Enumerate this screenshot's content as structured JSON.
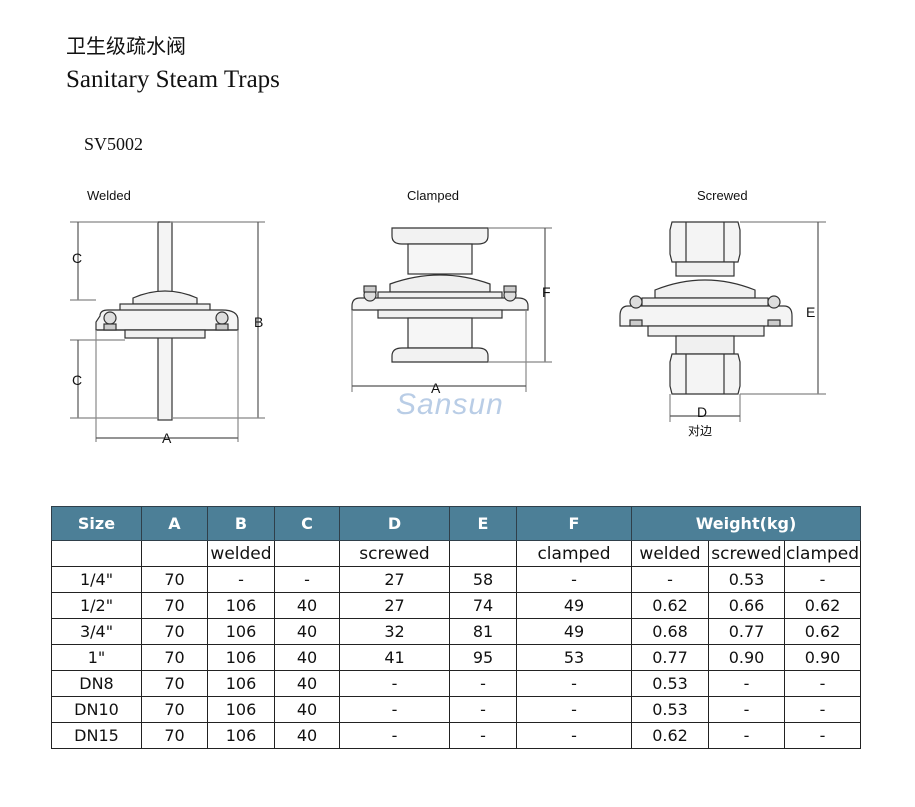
{
  "title_cn": "卫生级疏水阀",
  "title_en": "Sanitary Steam Traps",
  "model": "SV5002",
  "diagram": {
    "welded_caption": "Welded",
    "clamped_caption": "Clamped",
    "screwed_caption": "Screwed",
    "labels": {
      "C": "C",
      "B": "B",
      "A": "A",
      "F": "F",
      "E": "E",
      "D": "D",
      "D_note": "对边"
    },
    "watermark": "Sansun"
  },
  "table": {
    "headers": [
      "Size",
      "A",
      "B",
      "C",
      "D",
      "E",
      "F",
      "Weight(kg)"
    ],
    "subheaders": [
      "",
      "",
      "welded",
      "",
      "screwed",
      "",
      "clamped",
      "welded",
      "screwed",
      "clamped"
    ],
    "rows": [
      [
        "1/4\"",
        "70",
        "-",
        "-",
        "27",
        "58",
        "-",
        "-",
        "0.53",
        "-"
      ],
      [
        "1/2\"",
        "70",
        "106",
        "40",
        "27",
        "74",
        "49",
        "0.62",
        "0.66",
        "0.62"
      ],
      [
        "3/4\"",
        "70",
        "106",
        "40",
        "32",
        "81",
        "49",
        "0.68",
        "0.77",
        "0.62"
      ],
      [
        "1\"",
        "70",
        "106",
        "40",
        "41",
        "95",
        "53",
        "0.77",
        "0.90",
        "0.90"
      ],
      [
        "DN8",
        "70",
        "106",
        "40",
        "-",
        "-",
        "-",
        "0.53",
        "-",
        "-"
      ],
      [
        "DN10",
        "70",
        "106",
        "40",
        "-",
        "-",
        "-",
        "0.53",
        "-",
        "-"
      ],
      [
        "DN15",
        "70",
        "106",
        "40",
        "-",
        "-",
        "-",
        "0.62",
        "-",
        "-"
      ]
    ]
  },
  "colors": {
    "header_bg": "#4c7f97",
    "header_text": "#ffffff",
    "watermark": "#b9cde6"
  }
}
